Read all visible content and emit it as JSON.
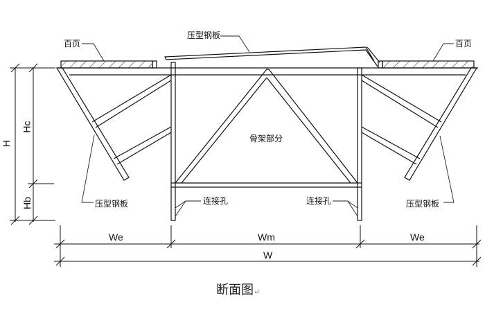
{
  "labels": {
    "roof_panel_top": "压型钢板",
    "louver_left": "百页",
    "louver_right": "百页",
    "frame_part": "骨架部分",
    "connection_hole_left": "连接孔",
    "connection_hole_right": "连接孔",
    "steel_panel_left": "压型钢板",
    "steel_panel_right": "压型钢板"
  },
  "dimensions": {
    "H": "H",
    "Hc": "Hc",
    "Hb": "Hb",
    "We_left": "We",
    "Wm": "Wm",
    "We_right": "We",
    "W": "W"
  },
  "caption": {
    "text": "断面图",
    "mark": "↵"
  }
}
